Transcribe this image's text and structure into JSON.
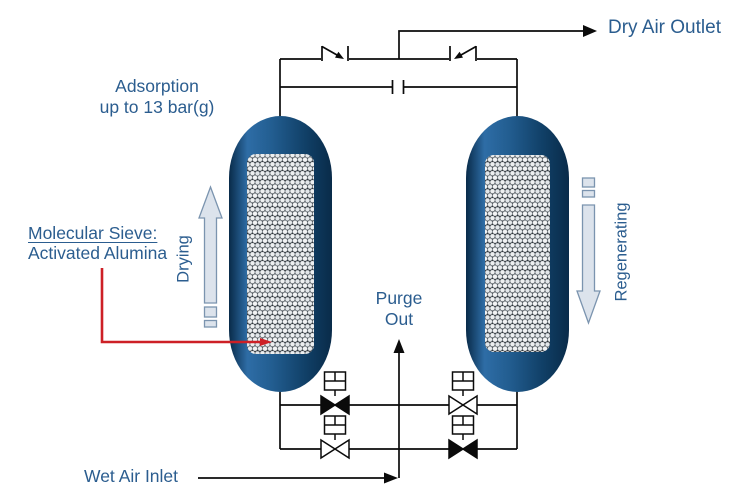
{
  "labels": {
    "dry_air_outlet": "Dry Air Outlet",
    "adsorption_line1": "Adsorption",
    "adsorption_line2": "up to 13 bar(g)",
    "molecular_sieve_line1": "Molecular Sieve:",
    "molecular_sieve_line2": "Activated Alumina",
    "drying": "Drying",
    "regenerating": "Regenerating",
    "purge_line1": "Purge",
    "purge_line2": "Out",
    "wet_air_inlet": "Wet Air Inlet"
  },
  "process": {
    "left_vessel_flow": "drying (upward)",
    "right_vessel_flow": "regenerating (downward)",
    "valve_states": {
      "purge_row_left_valve": "closed",
      "purge_row_right_valve": "open",
      "inlet_row_left_valve": "open",
      "inlet_row_right_valve": "closed"
    }
  },
  "colors": {
    "label_text": "#2b5d8f",
    "pipe_line": "#0b0b0b",
    "annotation_red": "#cd2026",
    "vessel_light": "#2e6da6",
    "vessel_dark": "#092b49",
    "flow_arrow_fill": "#dce3ec",
    "flow_arrow_stroke": "#7b94af",
    "desiccant_bead": "#eef0f1",
    "desiccant_background": "#31373c"
  }
}
